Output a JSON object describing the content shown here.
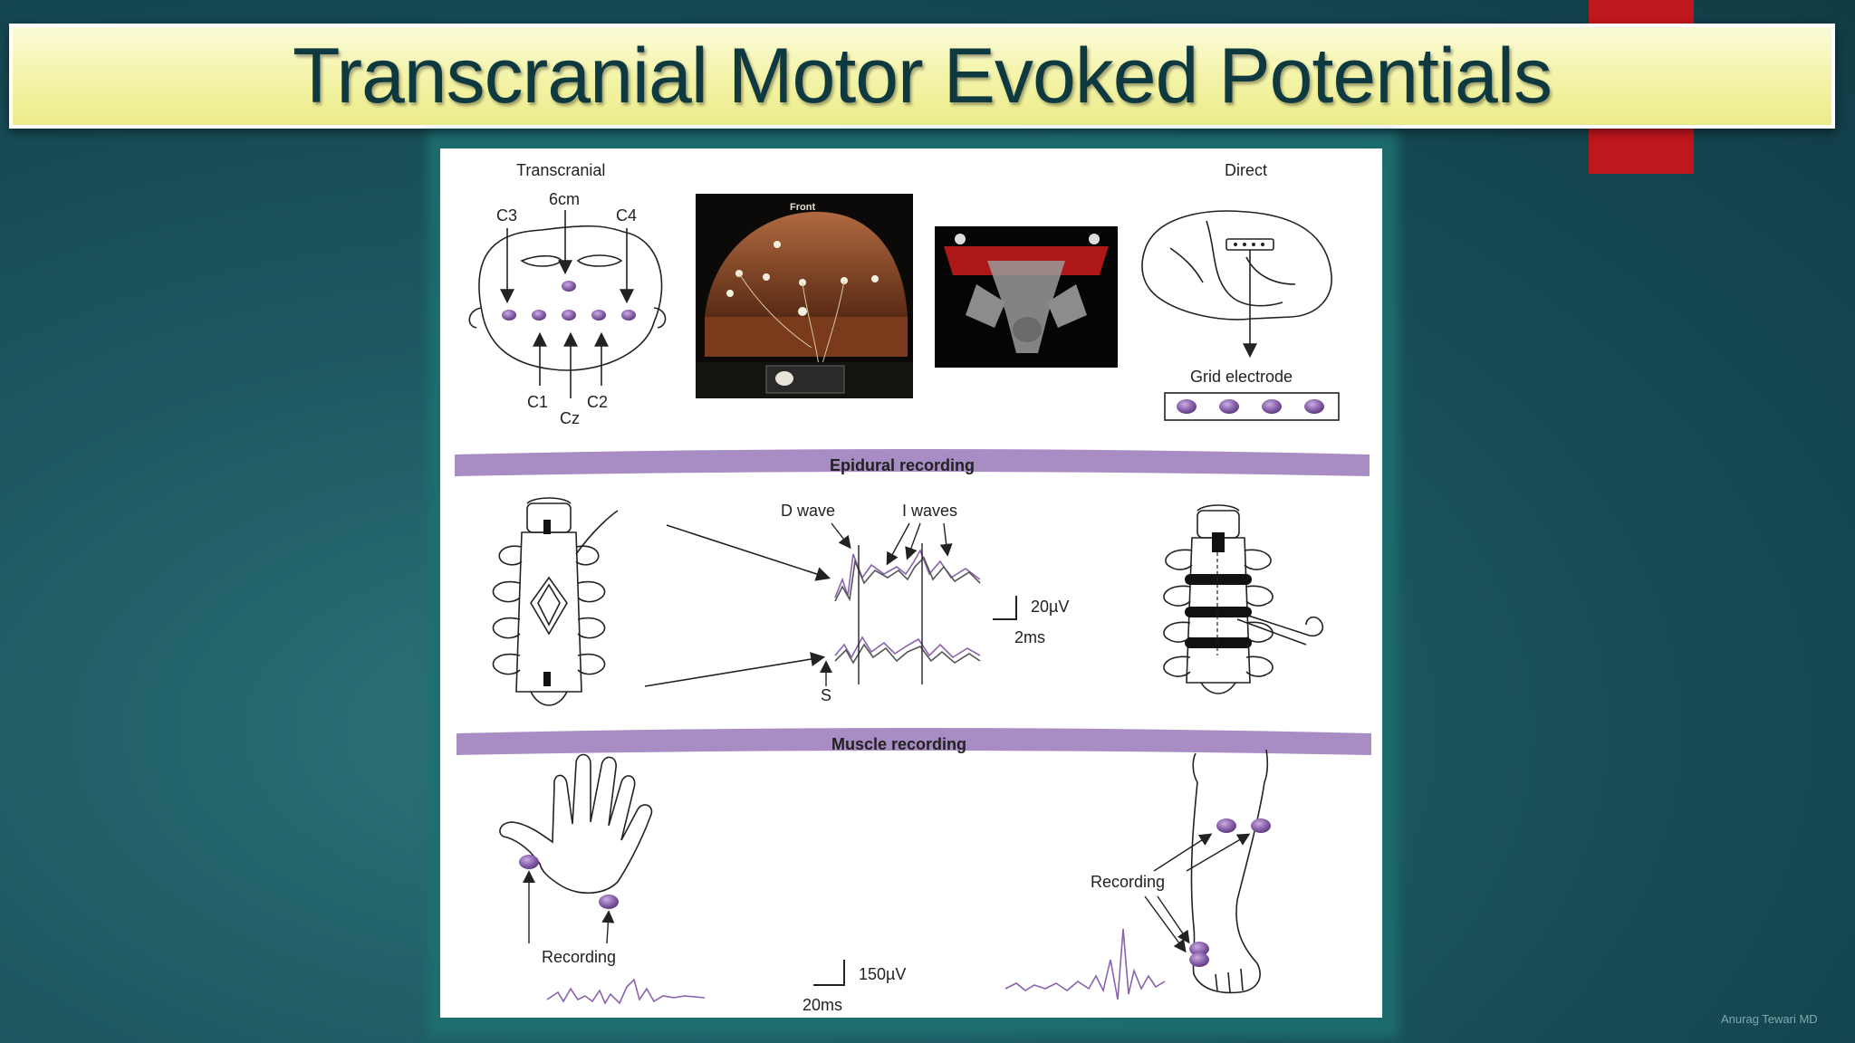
{
  "slide": {
    "title": "Transcranial Motor Evoked Potentials",
    "watermark": "Anurag Tewari MD"
  },
  "figure": {
    "transcranial_label": "Transcranial",
    "direct_label": "Direct",
    "distance_label": "6cm",
    "electrodes": {
      "c3": "C3",
      "c4": "C4",
      "c1": "C1",
      "c2": "C2",
      "cz": "Cz"
    },
    "photo_front_label": "Front",
    "grid_electrode_label": "Grid electrode",
    "epidural_band": "Epidural recording",
    "d_wave_label": "D wave",
    "i_waves_label": "I waves",
    "epidural_scale_v": "20µV",
    "epidural_scale_t": "2ms",
    "stimulus_label": "S",
    "muscle_band": "Muscle recording",
    "recording_hand": "Recording",
    "recording_leg": "Recording",
    "muscle_scale_v": "150µV",
    "muscle_scale_t": "20ms"
  },
  "colors": {
    "title_text": "#0f3940",
    "band": "#a88cc4",
    "electrode": "#8a62ad",
    "accent_red": "#c0161d"
  }
}
